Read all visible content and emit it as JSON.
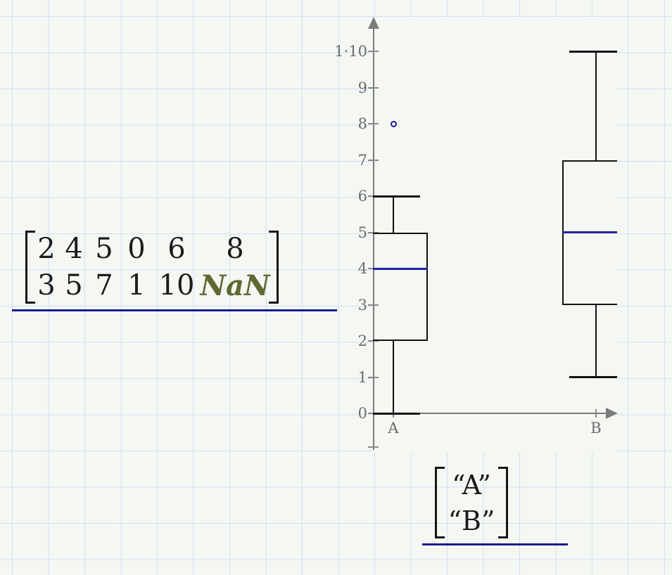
{
  "worksheet": {
    "matrix1": {
      "rows": [
        [
          "2",
          "4",
          "5",
          "0",
          "6",
          "8"
        ],
        [
          "3",
          "5",
          "7",
          "1",
          "10",
          "NaN"
        ]
      ]
    },
    "matrix2": {
      "rows": [
        [
          "“A”"
        ],
        [
          "“B”"
        ]
      ]
    },
    "colors": {
      "page_bg": "#f4f7f2",
      "grid_blue": "#d3e0f4",
      "navy_underline": "#1b1b8f",
      "median_blue": "#2222a6",
      "nan_olive": "#5e6a31",
      "axis_gray": "#7c7c7c",
      "label_gray": "#6c6c6c",
      "box_black": "#111111"
    }
  },
  "chart_data": {
    "type": "box",
    "title": "",
    "xlabel": "",
    "ylabel": "",
    "categories": [
      "A",
      "B"
    ],
    "series": [
      {
        "name": "A",
        "values": [
          2,
          4,
          5,
          0,
          6,
          8
        ],
        "whisker_low": 0,
        "q1": 2,
        "median": 4,
        "q3": 5,
        "whisker_high": 6,
        "outliers": [
          8
        ]
      },
      {
        "name": "B",
        "values": [
          3,
          5,
          7,
          1,
          10,
          "NaN"
        ],
        "whisker_low": 1,
        "q1": 3,
        "median": 5,
        "q3": 7,
        "whisker_high": 10,
        "outliers": []
      }
    ],
    "y_ticks": [
      {
        "v": 0,
        "label": "0"
      },
      {
        "v": 1,
        "label": "1"
      },
      {
        "v": 2,
        "label": "2"
      },
      {
        "v": 3,
        "label": "3"
      },
      {
        "v": 4,
        "label": "4"
      },
      {
        "v": 5,
        "label": "5"
      },
      {
        "v": 6,
        "label": "6"
      },
      {
        "v": 7,
        "label": "7"
      },
      {
        "v": 8,
        "label": "8"
      },
      {
        "v": 9,
        "label": "9"
      },
      {
        "v": 10,
        "label": "1·10"
      }
    ],
    "ylim": [
      0,
      10.9
    ],
    "grid": false,
    "legend": "none"
  }
}
